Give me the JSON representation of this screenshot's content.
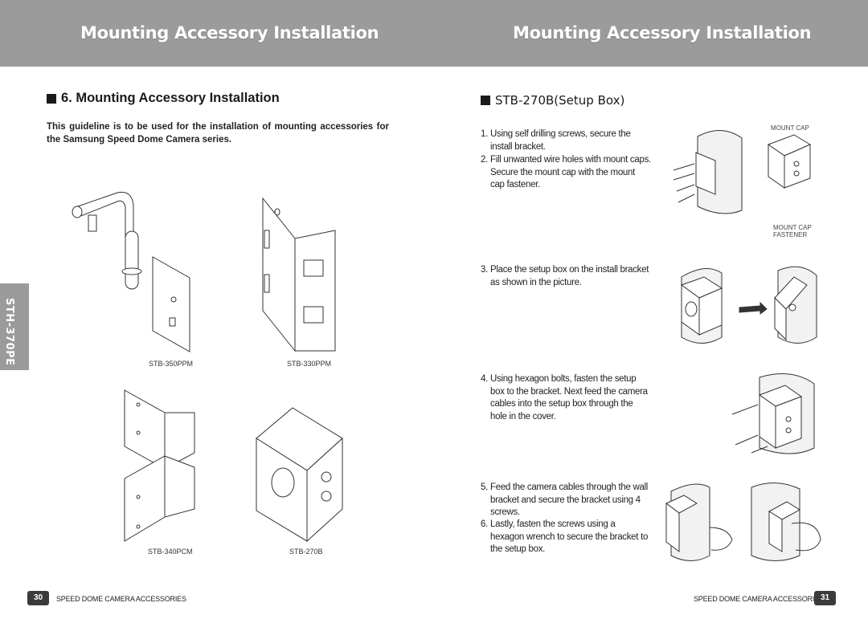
{
  "header": {
    "left_title": "Mounting Accessory Installation",
    "right_title": "Mounting Accessory Installation"
  },
  "left_page": {
    "heading": "6. Mounting Accessory Installation",
    "intro": "This guideline is to be used for the installation of mounting accessories for the Samsung Speed Dome Camera series.",
    "figures": [
      {
        "label": "STB-350PPM"
      },
      {
        "label": "STB-330PPM"
      },
      {
        "label": "STB-340PCM"
      },
      {
        "label": "STB-270B"
      }
    ],
    "side_tab": "STH-370PE"
  },
  "right_page": {
    "heading": "STB-270B(Setup Box)",
    "steps": [
      {
        "num": "1.",
        "text": "Using self drilling screws, secure the install bracket."
      },
      {
        "num": "2.",
        "text": "Fill unwanted wire holes with mount caps. Secure the mount cap with the mount cap fastener."
      },
      {
        "num": "3.",
        "text": "Place the setup box on the install bracket as shown in the picture."
      },
      {
        "num": "4.",
        "text": "Using hexagon bolts, fasten the setup box to the bracket. Next feed the camera cables into the setup box through the hole in the cover."
      },
      {
        "num": "5.",
        "text": "Feed the camera cables through the wall bracket and secure the bracket using 4 screws."
      },
      {
        "num": "6.",
        "text": "Lastly, fasten the screws using a hexagon wrench to secure the bracket to the setup box."
      }
    ],
    "callouts": {
      "mount_cap": "MOUNT CAP",
      "mount_cap_fastener_1": "MOUNT CAP",
      "mount_cap_fastener_2": "FASTENER"
    }
  },
  "footer": {
    "left_page_number": "30",
    "left_text": "SPEED DOME CAMERA ACCESSORIES",
    "right_text": "SPEED DOME CAMERA ACCESSORIES",
    "right_page_number": "31"
  }
}
